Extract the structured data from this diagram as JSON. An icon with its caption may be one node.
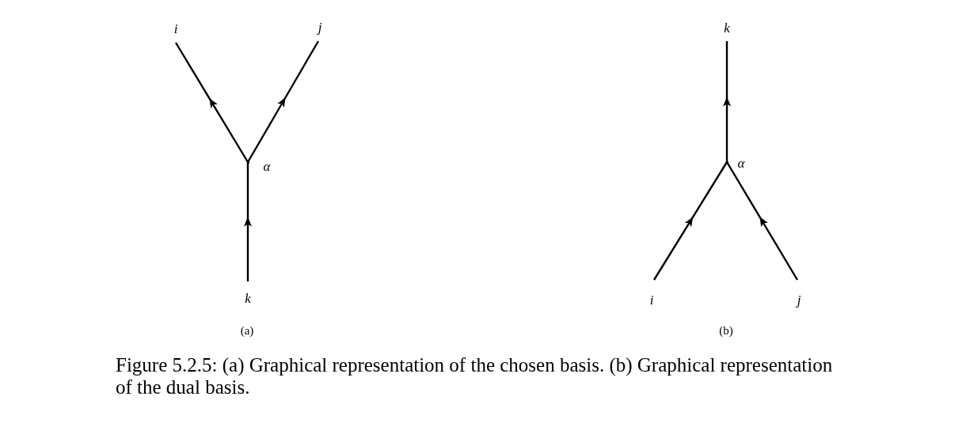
{
  "diagram": {
    "caption": "Figure 5.2.5: (a) Graphical representation of the chosen basis. (b) Graphical representation of the dual basis.",
    "nodes": [
      {
        "text": [
          "i"
        ]
      },
      {
        "text": [
          "j"
        ]
      },
      {
        "text": [],
        "shape": "point",
        "beside": [
          "α"
        ]
      },
      {
        "text": [
          "k"
        ]
      },
      {
        "text": [
          "k"
        ]
      },
      {
        "text": [],
        "shape": "point",
        "beside": [
          "α"
        ]
      },
      {
        "text": [
          "i"
        ]
      },
      {
        "text": [
          "j"
        ]
      }
    ],
    "edges": [
      {
        "from": 3,
        "to": 2,
        "arrow": "to"
      },
      {
        "from": 2,
        "to": 0,
        "arrow": "to"
      },
      {
        "from": 2,
        "to": 1,
        "arrow": "to"
      },
      {
        "from": 6,
        "to": 5,
        "arrow": "to"
      },
      {
        "from": 7,
        "to": 5,
        "arrow": "to"
      },
      {
        "from": 5,
        "to": 4,
        "arrow": "to"
      }
    ],
    "labels": [
      "(a)",
      "(b)"
    ]
  }
}
